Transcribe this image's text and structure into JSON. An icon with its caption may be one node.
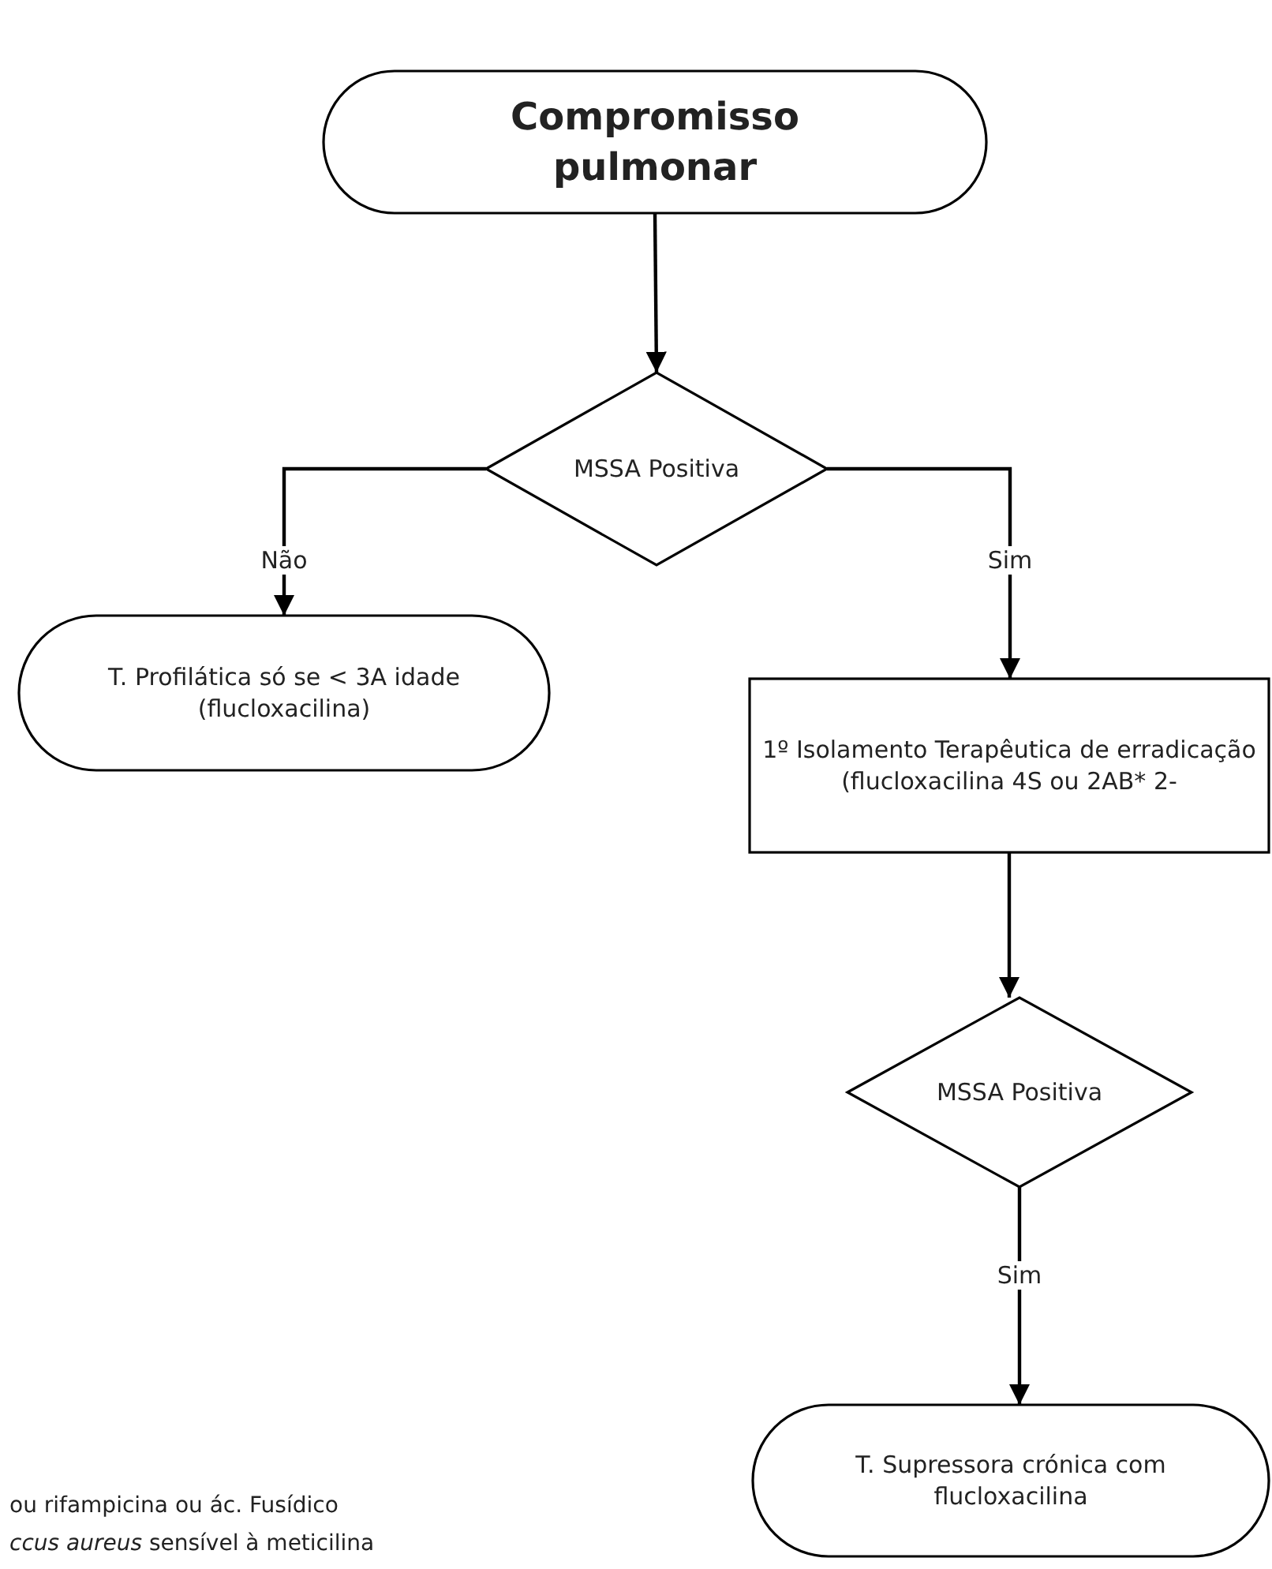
{
  "diagram": {
    "nodes": [
      {
        "text": [
          "Compromisso pulmonar"
        ]
      },
      {
        "text": [
          "MSSA Positiva"
        ]
      },
      {
        "text": [
          "T. Profilática só se < 3A idade (flucloxacilina)"
        ]
      },
      {
        "text": [
          "1º Isolamento Terapêutica de erradicação (flucloxacilina 4S ou 2AB* 2-"
        ]
      },
      {
        "text": [
          "MSSA Positiva"
        ]
      },
      {
        "text": [
          "T. Supressora crónica com flucloxacilina"
        ]
      }
    ],
    "edges": [
      {
        "from": 0,
        "to": 1,
        "arrow": "to"
      },
      {
        "from": 1,
        "to": 2,
        "arrow": "to",
        "label": "Não"
      },
      {
        "from": 1,
        "to": 3,
        "arrow": "to",
        "label": "Sim"
      },
      {
        "from": 3,
        "to": 4,
        "arrow": "to"
      },
      {
        "from": 4,
        "to": 5,
        "arrow": "to",
        "label": "Sim"
      }
    ],
    "labels": [
      "ou rifampicina ou ác. Fusídico",
      "*ccus aureus* sensível à meticilina"
    ]
  }
}
